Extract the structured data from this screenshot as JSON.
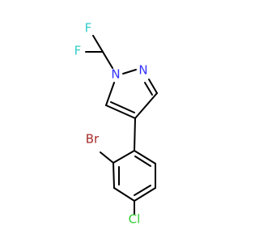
{
  "molecule": {
    "atoms": {
      "F1": {
        "text": "F",
        "color": "#33cccc"
      },
      "F2": {
        "text": "F",
        "color": "#33cccc"
      },
      "N1": {
        "text": "N",
        "color": "#3333ff"
      },
      "N2": {
        "text": "N",
        "color": "#3333ff"
      },
      "Br": {
        "text": "Br",
        "color": "#a52a2a"
      },
      "Cl": {
        "text": "Cl",
        "color": "#33cc33"
      }
    }
  }
}
